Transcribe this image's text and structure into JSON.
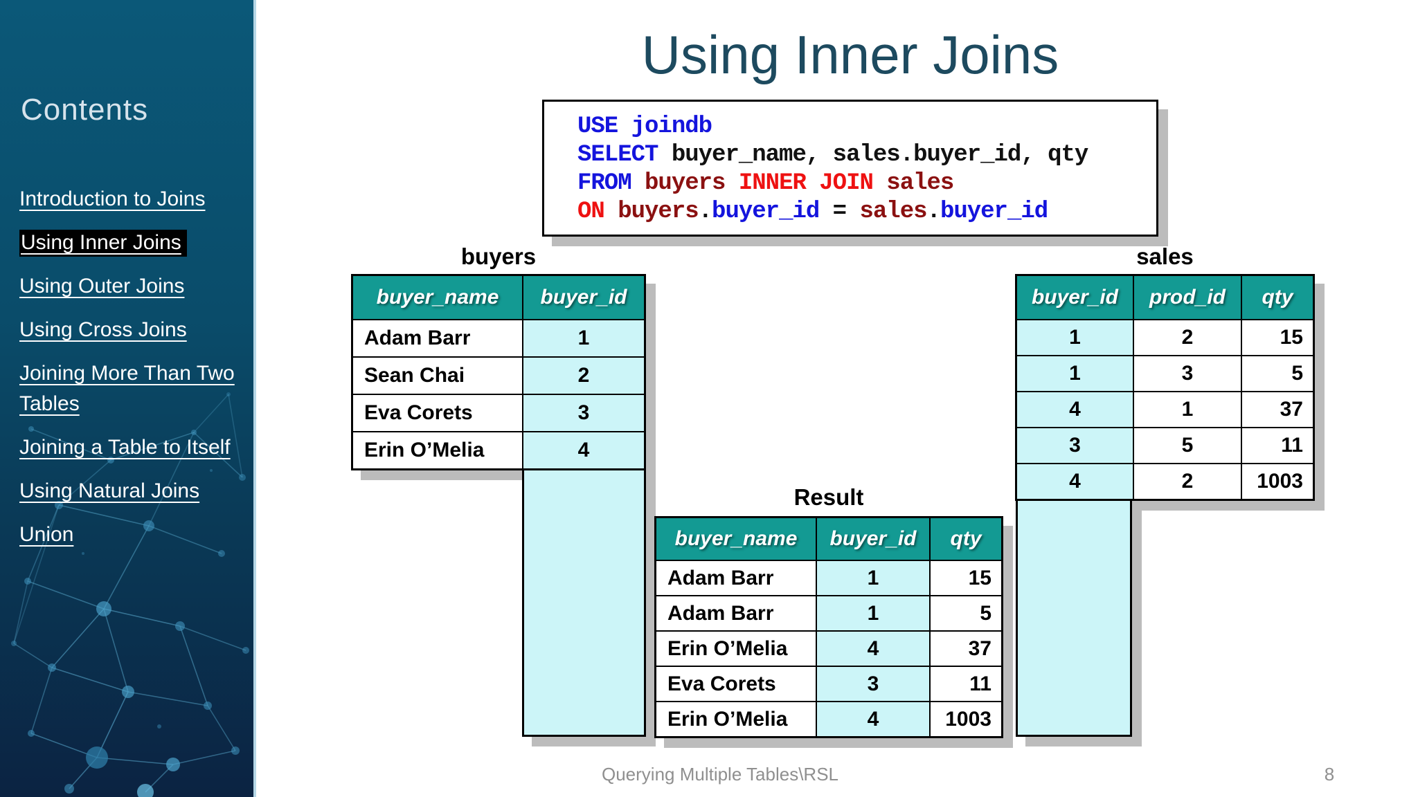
{
  "slide": {
    "title": "Using Inner Joins",
    "footer_text": "Querying Multiple Tables\\RSL",
    "page_number": "8"
  },
  "sidebar": {
    "contents_title": "Contents",
    "items": [
      {
        "id": "introduction-to-joins",
        "label": "Introduction to Joins",
        "active": false
      },
      {
        "id": "using-inner-joins",
        "label": "Using Inner Joins",
        "active": true
      },
      {
        "id": "using-outer-joins",
        "label": "Using Outer Joins",
        "active": false
      },
      {
        "id": "using-cross-joins",
        "label": "Using Cross Joins",
        "active": false
      },
      {
        "id": "joining-more-than-two-tables",
        "label": "Joining More Than Two Tables",
        "active": false
      },
      {
        "id": "joining-a-table-to-itself",
        "label": "Joining a Table to Itself",
        "active": false
      },
      {
        "id": "using-natural-joins",
        "label": "Using Natural Joins",
        "active": false
      },
      {
        "id": "union",
        "label": "Union",
        "active": false
      }
    ]
  },
  "code": {
    "lines": [
      [
        {
          "t": "USE ",
          "c": "kw"
        },
        {
          "t": "joindb",
          "c": "col"
        }
      ],
      [
        {
          "t": "SELECT ",
          "c": "kw"
        },
        {
          "t": "buyer_name, sales.buyer_id, qty",
          "c": "plain"
        }
      ],
      [
        {
          "t": "FROM ",
          "c": "kw"
        },
        {
          "t": "buyers ",
          "c": "ident"
        },
        {
          "t": "INNER JOIN",
          "c": "kw2"
        },
        {
          "t": " sales",
          "c": "ident"
        }
      ],
      [
        {
          "t": "ON",
          "c": "kw2"
        },
        {
          "t": " buyers",
          "c": "ident"
        },
        {
          "t": ".",
          "c": "plain"
        },
        {
          "t": "buyer_id",
          "c": "col"
        },
        {
          "t": " = ",
          "c": "plain"
        },
        {
          "t": "sales",
          "c": "ident"
        },
        {
          "t": ".",
          "c": "plain"
        },
        {
          "t": "buyer_id",
          "c": "col"
        }
      ]
    ]
  },
  "tables": {
    "buyers": {
      "label": "buyers",
      "columns": [
        "buyer_name",
        "buyer_id"
      ],
      "rows": [
        [
          "Adam Barr",
          "1"
        ],
        [
          "Sean Chai",
          "2"
        ],
        [
          "Eva Corets",
          "3"
        ],
        [
          "Erin O’Melia",
          "4"
        ]
      ]
    },
    "sales": {
      "label": "sales",
      "columns": [
        "buyer_id",
        "prod_id",
        "qty"
      ],
      "rows": [
        [
          "1",
          "2",
          "15"
        ],
        [
          "1",
          "3",
          "5"
        ],
        [
          "4",
          "1",
          "37"
        ],
        [
          "3",
          "5",
          "11"
        ],
        [
          "4",
          "2",
          "1003"
        ]
      ]
    },
    "result": {
      "label": "Result",
      "columns": [
        "buyer_name",
        "buyer_id",
        "qty"
      ],
      "rows": [
        [
          "Adam Barr",
          "1",
          "15"
        ],
        [
          "Adam Barr",
          "1",
          "5"
        ],
        [
          "Erin O’Melia",
          "4",
          "37"
        ],
        [
          "Eva Corets",
          "3",
          "11"
        ],
        [
          "Erin O’Melia",
          "4",
          "1003"
        ]
      ]
    }
  },
  "colors": {
    "teal_header": "#139a93",
    "light_cyan": "#ccf5f8",
    "title_color": "#1d4a5f",
    "code_keyword_blue": "#1414dd",
    "code_table_maroon": "#8b1111",
    "code_join_red": "#ee1111",
    "shadow_gray": "#bcbcbc",
    "sidebar_top": "#0b5878",
    "sidebar_bottom": "#0b2342"
  }
}
